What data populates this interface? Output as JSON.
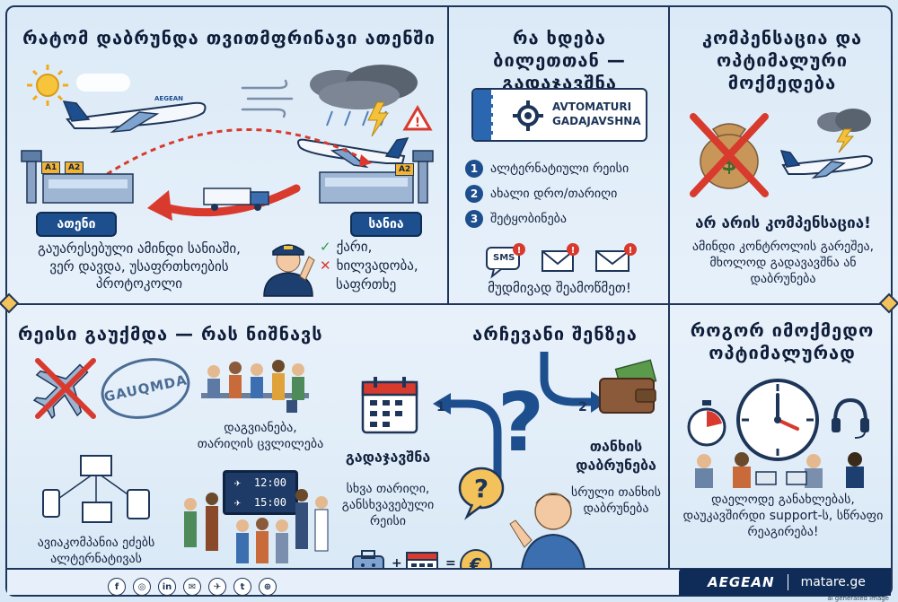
{
  "sections": {
    "why_return": {
      "title": "რატომ დაბრუნდა თვითმფრინავი ათენში",
      "airport_a": "ათენი",
      "airport_b": "სანია",
      "gate_a1": "A1",
      "gate_a2": "A2",
      "gate_b": "A2",
      "plane_brand": "AEGEAN",
      "reason_text": "გაუარესებული ამინდი სანიაში, ვერ დავდა, უსაფრთხოების პროტოკოლი",
      "factors": [
        "ქარი,",
        "ხილვადობა,",
        "საფრთხე"
      ]
    },
    "ticket": {
      "title": "რა ხდება ბილეთთან — გადაჯავშნა",
      "ticket_label_1": "AVTOMATURI",
      "ticket_label_2": "GADAJAVSHNA",
      "options": [
        {
          "num": "1",
          "label": "ალტერნატიული რეისი"
        },
        {
          "num": "2",
          "label": "ახალი დრო/თარიღი"
        },
        {
          "num": "3",
          "label": "შეტყობინება"
        }
      ],
      "sms_label": "SMS",
      "cta": "მუდმივად შეამოწმეთ!"
    },
    "compensation": {
      "title": "კომპენსაცია და ოპტიმალური მოქმედება",
      "headline": "არ არის კომპენსაცია!",
      "text": "ამინდი კონტროლის გარეშეა, მხოლოდ გადავავშნა ან დაბრუნება"
    },
    "cancelled": {
      "title": "რეისი გაუქმდა — რას ნიშნავს",
      "stamp": "GAUQMDA",
      "delay_text": "დაგვიანება, თარიღის ცვლილება",
      "alt_text": "ავიაკომპანია ეძებს ალტერნატივას",
      "board_rows": [
        "12:00",
        "15:00"
      ]
    },
    "choice": {
      "title": "არჩევანი შენზეა",
      "branch1": "1",
      "branch2": "2",
      "option1_title": "გადაჯავშნა",
      "option1_text": "სხვა თარიღი, განსხვავებული რეისი",
      "option2_title": "თანხის დაბრუნება",
      "option2_text": "სრული თანხის დაბრუნება"
    },
    "optimal": {
      "title": "როგორ იმოქმედო ოპტიმალურად",
      "text": "დაელოდე განახლებას, დაუკავშირდი support-ს, სწრაფი რეაგირება!"
    }
  },
  "footer": {
    "brand": "AEGEAN",
    "site": "matare.ge",
    "disclaimer": "ai generated image",
    "social_icons": [
      "facebook-icon",
      "instagram-icon",
      "linkedin-icon",
      "mail-icon",
      "plane-icon",
      "twitter-icon",
      "globe-icon"
    ]
  },
  "colors": {
    "navy": "#1d3558",
    "accent_blue": "#1d4f8e",
    "red": "#d83a2e",
    "gold": "#f4c25a"
  }
}
